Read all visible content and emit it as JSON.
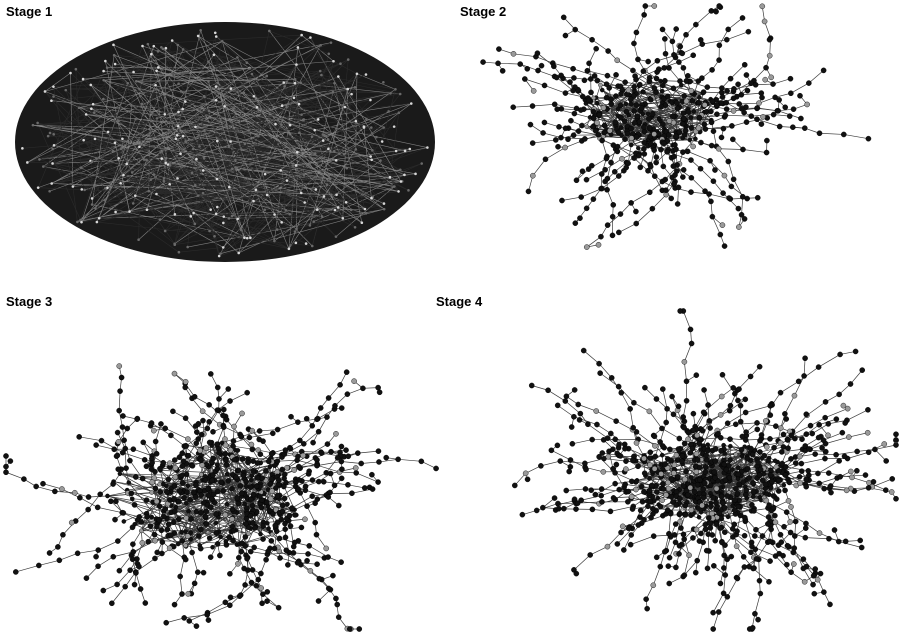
{
  "panels": [
    {
      "title": "Stage 1"
    },
    {
      "title": "Stage 2"
    },
    {
      "title": "Stage 3"
    },
    {
      "title": "Stage 4"
    }
  ],
  "colors": {
    "edge": "#3a3a3a",
    "node": "#111111",
    "node_light": "#9a9a9a",
    "background": "#ffffff"
  }
}
